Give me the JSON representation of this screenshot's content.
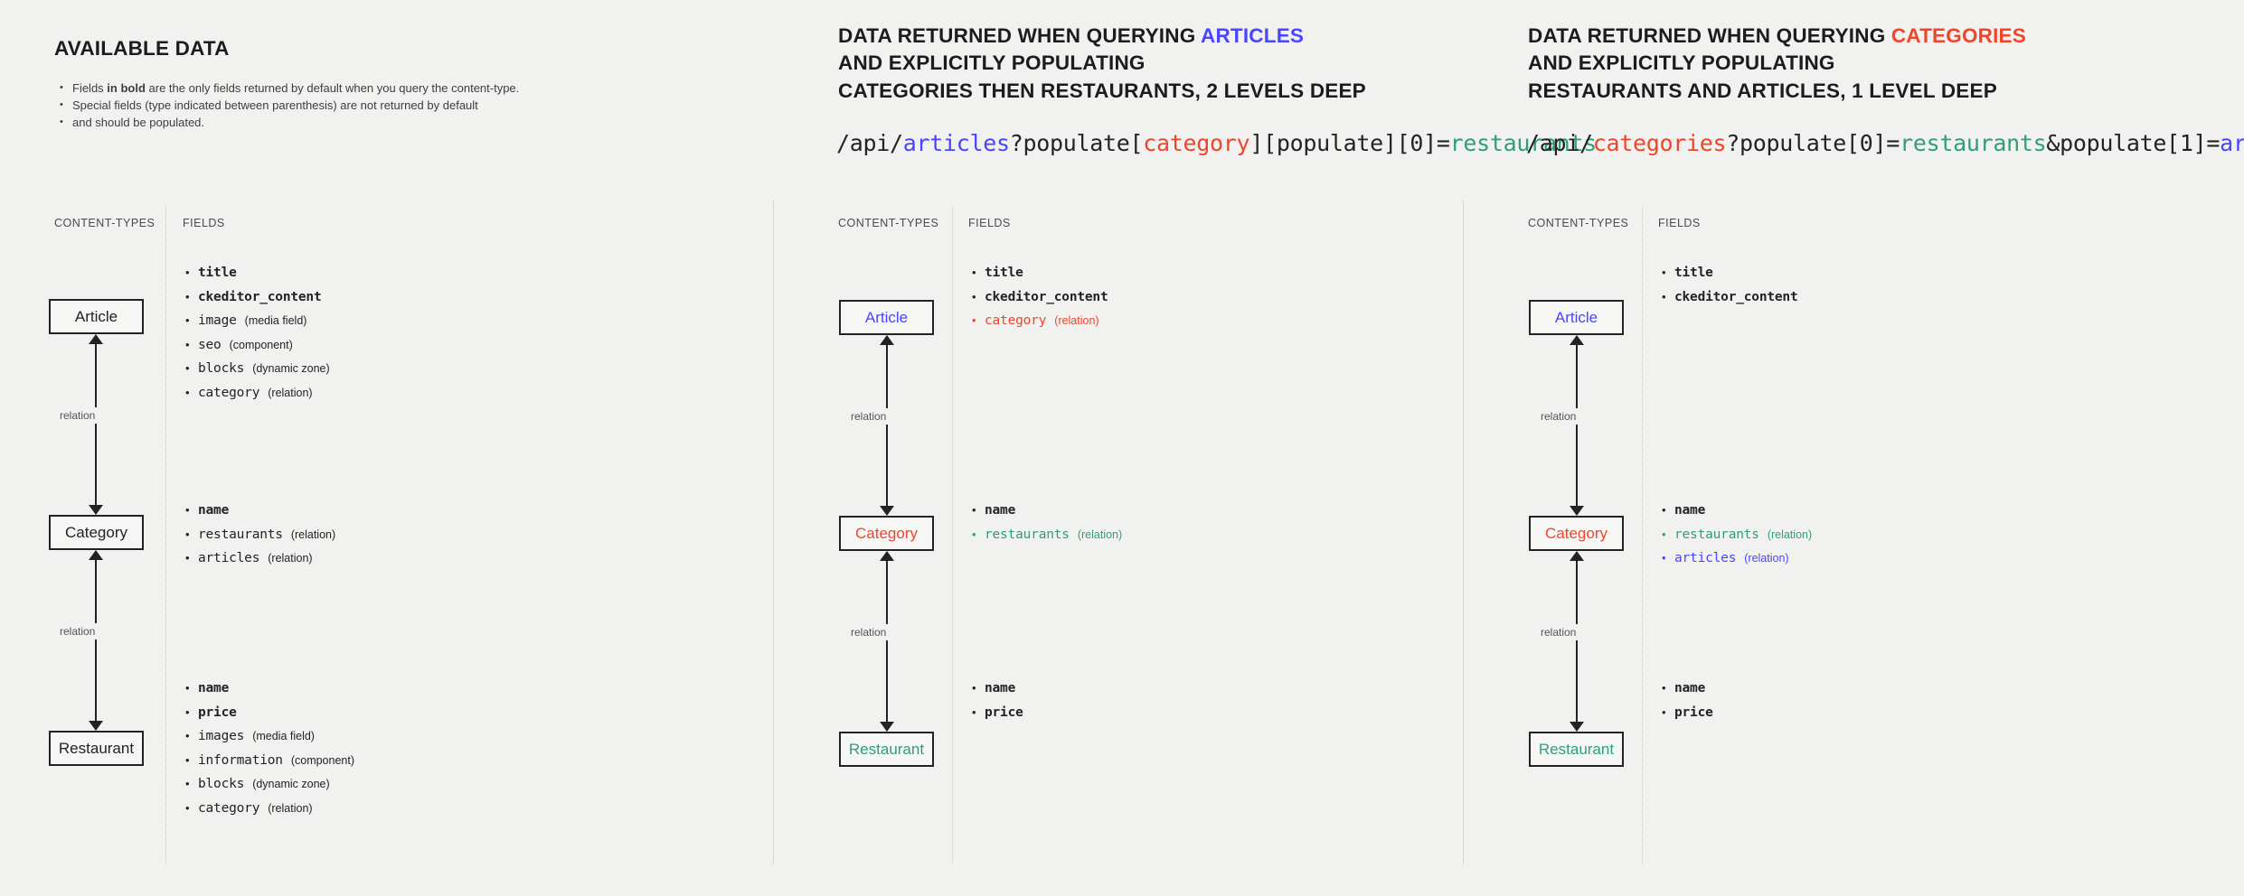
{
  "colors": {
    "background": "#f1f1f0",
    "text": "#232323",
    "accent_blue": "#4945ff",
    "accent_red": "#f0452b",
    "accent_green": "#2f9e79",
    "divider": "#c9c9c7"
  },
  "column_headers": {
    "content_types": "CONTENT-TYPES",
    "fields": "FIELDS"
  },
  "relation_label": "relation",
  "panel1": {
    "title": "AVAILABLE DATA",
    "bullets": [
      {
        "pre": "Fields ",
        "bold": "in bold",
        "post": " are the only fields returned by default when you query the content-type."
      },
      {
        "pre": "Special fields (type indicated between parenthesis) are not returned by default",
        "bold": "",
        "post": ""
      },
      {
        "pre": "and should be populated.",
        "bold": "",
        "post": ""
      }
    ],
    "nodes": [
      {
        "label": "Article",
        "color": "default"
      },
      {
        "label": "Category",
        "color": "default"
      },
      {
        "label": "Restaurant",
        "color": "default"
      }
    ],
    "field_groups": [
      [
        {
          "name": "title",
          "type": "",
          "bold": true,
          "color": "default"
        },
        {
          "name": "ckeditor_content",
          "type": "",
          "bold": true,
          "color": "default"
        },
        {
          "name": "image",
          "type": "(media field)",
          "bold": false,
          "color": "default"
        },
        {
          "name": "seo",
          "type": "(component)",
          "bold": false,
          "color": "default"
        },
        {
          "name": "blocks",
          "type": "(dynamic zone)",
          "bold": false,
          "color": "default"
        },
        {
          "name": "category",
          "type": "(relation)",
          "bold": false,
          "color": "default"
        }
      ],
      [
        {
          "name": "name",
          "type": "",
          "bold": true,
          "color": "default"
        },
        {
          "name": "restaurants",
          "type": "(relation)",
          "bold": false,
          "color": "default"
        },
        {
          "name": "articles",
          "type": "(relation)",
          "bold": false,
          "color": "default"
        }
      ],
      [
        {
          "name": "name",
          "type": "",
          "bold": true,
          "color": "default"
        },
        {
          "name": "price",
          "type": "",
          "bold": true,
          "color": "default"
        },
        {
          "name": "images",
          "type": "(media field)",
          "bold": false,
          "color": "default"
        },
        {
          "name": "information",
          "type": "(component)",
          "bold": false,
          "color": "default"
        },
        {
          "name": "blocks",
          "type": "(dynamic zone)",
          "bold": false,
          "color": "default"
        },
        {
          "name": "category",
          "type": "(relation)",
          "bold": false,
          "color": "default"
        }
      ]
    ]
  },
  "panel2": {
    "title_line1_pre": "DATA RETURNED WHEN QUERYING ",
    "title_line1_accent": "ARTICLES",
    "title_line2": "AND EXPLICITLY POPULATING",
    "title_line3": "CATEGORIES THEN RESTAURANTS, 2 LEVELS DEEP",
    "url_parts": [
      {
        "text": "/api/",
        "color": "default"
      },
      {
        "text": "articles",
        "color": "blue"
      },
      {
        "text": "?populate[",
        "color": "default"
      },
      {
        "text": "category",
        "color": "red"
      },
      {
        "text": "][populate][0]=",
        "color": "default"
      },
      {
        "text": "restaurants",
        "color": "green"
      }
    ],
    "nodes": [
      {
        "label": "Article",
        "color": "blue"
      },
      {
        "label": "Category",
        "color": "red"
      },
      {
        "label": "Restaurant",
        "color": "green"
      }
    ],
    "field_groups": [
      [
        {
          "name": "title",
          "type": "",
          "bold": true,
          "color": "default"
        },
        {
          "name": "ckeditor_content",
          "type": "",
          "bold": true,
          "color": "default"
        },
        {
          "name": "category",
          "type": "(relation)",
          "bold": false,
          "color": "red"
        }
      ],
      [
        {
          "name": "name",
          "type": "",
          "bold": true,
          "color": "default"
        },
        {
          "name": "restaurants",
          "type": "(relation)",
          "bold": false,
          "color": "green"
        }
      ],
      [
        {
          "name": "name",
          "type": "",
          "bold": true,
          "color": "default"
        },
        {
          "name": "price",
          "type": "",
          "bold": true,
          "color": "default"
        }
      ]
    ]
  },
  "panel3": {
    "title_line1_pre": "DATA RETURNED WHEN QUERYING ",
    "title_line1_accent": "CATEGORIES",
    "title_line2": "AND EXPLICITLY POPULATING",
    "title_line3": "RESTAURANTS AND ARTICLES, 1 LEVEL DEEP",
    "url_parts": [
      {
        "text": "/api/",
        "color": "default"
      },
      {
        "text": "categories",
        "color": "red"
      },
      {
        "text": "?populate[0]=",
        "color": "default"
      },
      {
        "text": "restaurants",
        "color": "green"
      },
      {
        "text": "&populate[1]=",
        "color": "default"
      },
      {
        "text": "articles",
        "color": "blue"
      }
    ],
    "nodes": [
      {
        "label": "Article",
        "color": "blue"
      },
      {
        "label": "Category",
        "color": "red"
      },
      {
        "label": "Restaurant",
        "color": "green"
      }
    ],
    "field_groups": [
      [
        {
          "name": "title",
          "type": "",
          "bold": true,
          "color": "default"
        },
        {
          "name": "ckeditor_content",
          "type": "",
          "bold": true,
          "color": "default"
        }
      ],
      [
        {
          "name": "name",
          "type": "",
          "bold": true,
          "color": "default"
        },
        {
          "name": "restaurants",
          "type": "(relation)",
          "bold": false,
          "color": "green"
        },
        {
          "name": "articles",
          "type": "(relation)",
          "bold": false,
          "color": "blue"
        }
      ],
      [
        {
          "name": "name",
          "type": "",
          "bold": true,
          "color": "default"
        },
        {
          "name": "price",
          "type": "",
          "bold": true,
          "color": "default"
        }
      ]
    ]
  }
}
